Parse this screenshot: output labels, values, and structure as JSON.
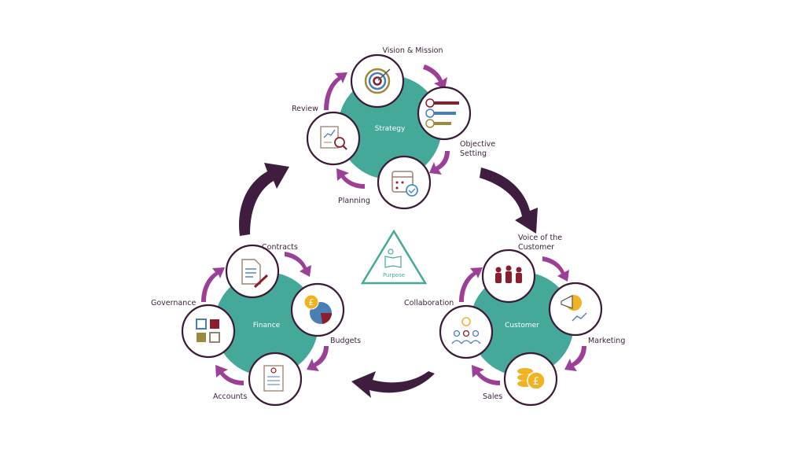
{
  "center": {
    "label": "Purpose"
  },
  "cycles": [
    {
      "hub": "Strategy",
      "steps": [
        "Vision & Mission",
        "Objective",
        "Setting",
        "Planning",
        "Review"
      ]
    },
    {
      "hub": "Finance",
      "steps": [
        "Contracts",
        "Budgets",
        "Accounts",
        "Governance"
      ]
    },
    {
      "hub": "Customer",
      "steps": [
        "Voice of the",
        "Customer",
        "Marketing",
        "Sales",
        "Collaboration"
      ]
    }
  ],
  "colors": {
    "teal": "#45a99a",
    "purple_arrow": "#9b3f97",
    "dark_arrow": "#3f1d3e",
    "node_border": "#3b1a38"
  }
}
